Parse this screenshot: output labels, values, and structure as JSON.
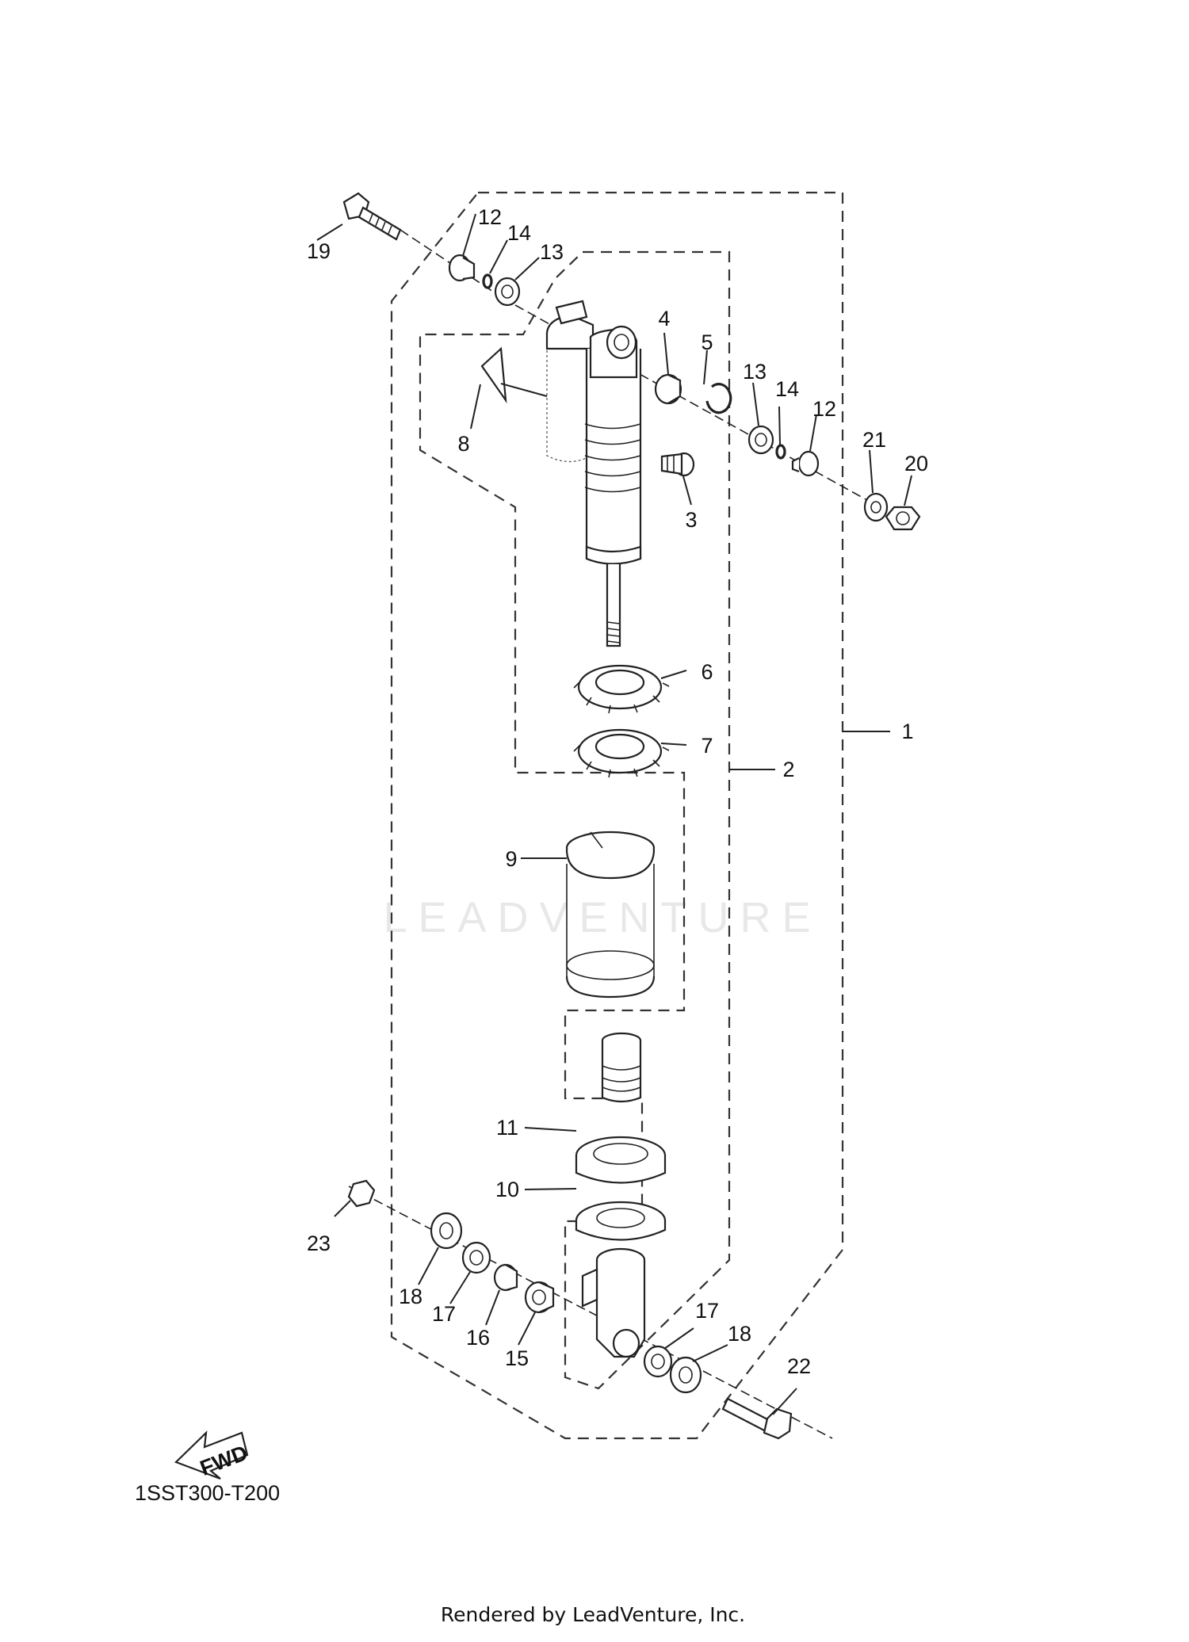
{
  "diagram": {
    "drawing_code": "1SST300-T200",
    "watermark_text": "LEADVENTURE",
    "credit_text": "Rendered by LeadVenture, Inc.",
    "fwd_label": "FWD",
    "callouts": {
      "c1": "1",
      "c2": "2",
      "c3": "3",
      "c4": "4",
      "c5": "5",
      "c6": "6",
      "c7": "7",
      "c8": "8",
      "c9": "9",
      "c10": "10",
      "c11": "11",
      "c12a": "12",
      "c12b": "12",
      "c13a": "13",
      "c13b": "13",
      "c14a": "14",
      "c14b": "14",
      "c15": "15",
      "c16": "16",
      "c17a": "17",
      "c17b": "17",
      "c18a": "18",
      "c18b": "18",
      "c19": "19",
      "c20": "20",
      "c21": "21",
      "c22": "22",
      "c23": "23"
    }
  }
}
